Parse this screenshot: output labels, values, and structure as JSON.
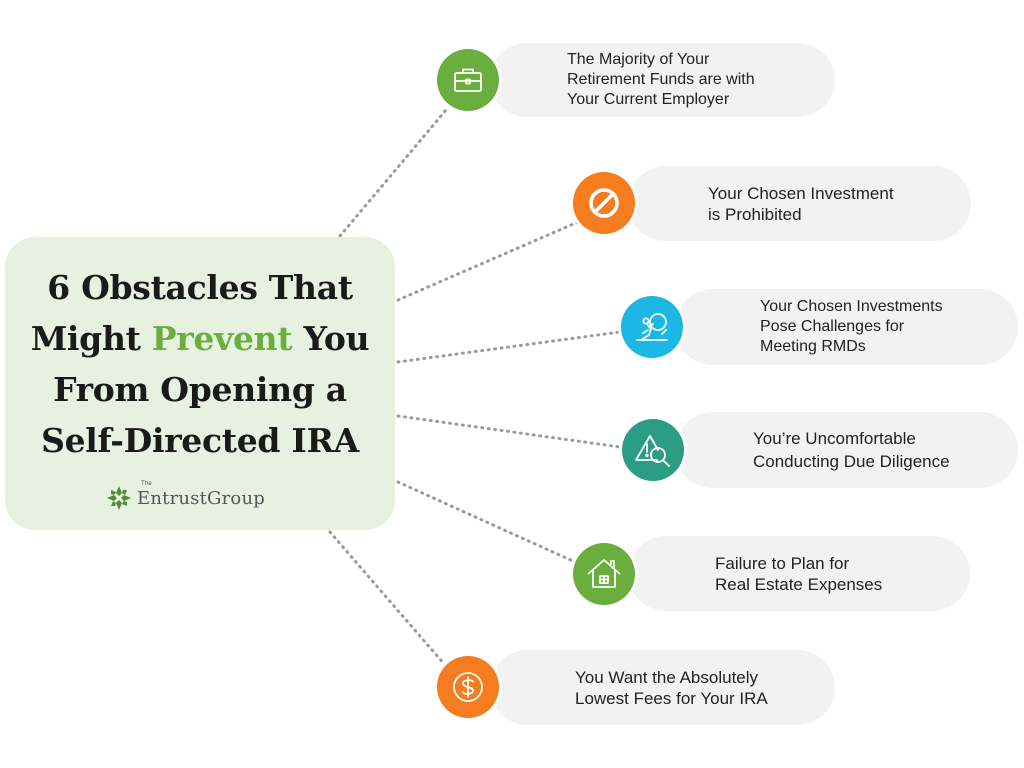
{
  "title": {
    "line1": "6 Obstacles That",
    "line2_pre": "Might ",
    "line2_accent": "Prevent",
    "line2_post": " You",
    "line3": "From Opening a",
    "line4": "Self-Directed IRA"
  },
  "logo": {
    "the": "The",
    "name": "EntrustGroup"
  },
  "colors": {
    "green": "#6aae3e",
    "orange": "#f57c1f",
    "blue": "#1bb7e5",
    "teal": "#2a9d84",
    "card": "#e6f1e0",
    "pill": "#f2f2f2"
  },
  "obstacles": [
    {
      "icon": "briefcase-icon",
      "color": "#6aae3e",
      "text": "The Majority of Your\nRetirement Funds are with\nYour Current Employer"
    },
    {
      "icon": "prohibited-icon",
      "color": "#f57c1f",
      "text": "Your Chosen Investment\nis Prohibited"
    },
    {
      "icon": "person-pushing-boulder-icon",
      "color": "#1bb7e5",
      "text": "Your Chosen Investments\nPose Challenges for\nMeeting RMDs"
    },
    {
      "icon": "warning-magnifier-icon",
      "color": "#2a9d84",
      "text": "You’re Uncomfortable\nConducting Due Diligence"
    },
    {
      "icon": "house-icon",
      "color": "#6aae3e",
      "text": "Failure to Plan for\nReal Estate Expenses"
    },
    {
      "icon": "dollar-icon",
      "color": "#f57c1f",
      "text": "You Want the Absolutely\nLowest Fees for Your IRA"
    }
  ]
}
